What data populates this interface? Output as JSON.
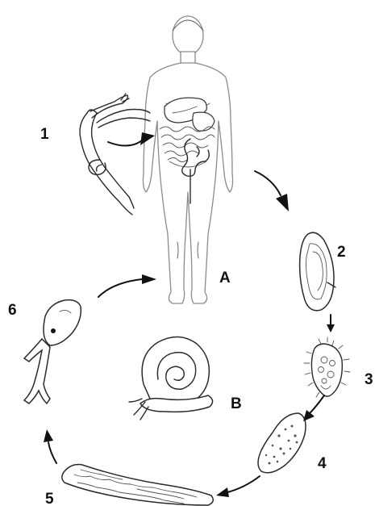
{
  "labels": {
    "n1": "1",
    "n2": "2",
    "n3": "3",
    "n4": "4",
    "n5": "5",
    "n6": "6",
    "host_a": "A",
    "host_b": "B"
  },
  "colors": {
    "line": "#2a2a2a",
    "outline_human": "#8a8a8a",
    "organs": "#3a3a3a",
    "arrow": "#111111"
  }
}
